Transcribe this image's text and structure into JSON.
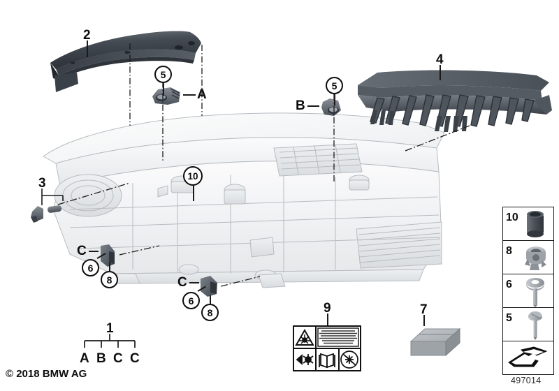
{
  "diagram": {
    "title_part_number": "497014",
    "copyright": "© 2018 BMW AG",
    "subject": "headlight-assembly-exploded-view"
  },
  "callouts": {
    "item_2": "2",
    "item_4": "4",
    "item_3": "3",
    "item_1": "1",
    "item_9": "9",
    "item_7": "7",
    "letter_A_top": "A",
    "letter_B": "B",
    "letter_C_left": "C",
    "letter_C_bottom": "C"
  },
  "circles": {
    "c5_top": "5",
    "c5_right": "5",
    "c10": "10",
    "c6_left": "6",
    "c8_left": "8",
    "c6_bottom": "6",
    "c8_bottom": "8"
  },
  "bracket_1": {
    "label": "1",
    "leaves": [
      "A",
      "B",
      "C",
      "C"
    ]
  },
  "legend": {
    "rows": [
      {
        "number": "10",
        "icon": "bushing-icon"
      },
      {
        "number": "8",
        "icon": "clip-nut-icon"
      },
      {
        "number": "6",
        "icon": "washer-screw-icon"
      },
      {
        "number": "5",
        "icon": "dome-screw-icon"
      },
      {
        "number": "",
        "icon": "direction-arrow-icon"
      }
    ]
  },
  "warning_label_9": {
    "name": "laser-warning-label",
    "symbols": [
      "laser-hazard-triangle",
      "warning-text-block",
      "no-stare-beam",
      "manual-book",
      "no-optical-tools"
    ]
  },
  "colors": {
    "ink": "#0d0d0d",
    "body_line": "#9aa0a5",
    "body_fill": "#f1f2f3",
    "dark_part": "#4a4e54",
    "mid_part": "#7d8289",
    "box_part": "#a9adb2"
  }
}
